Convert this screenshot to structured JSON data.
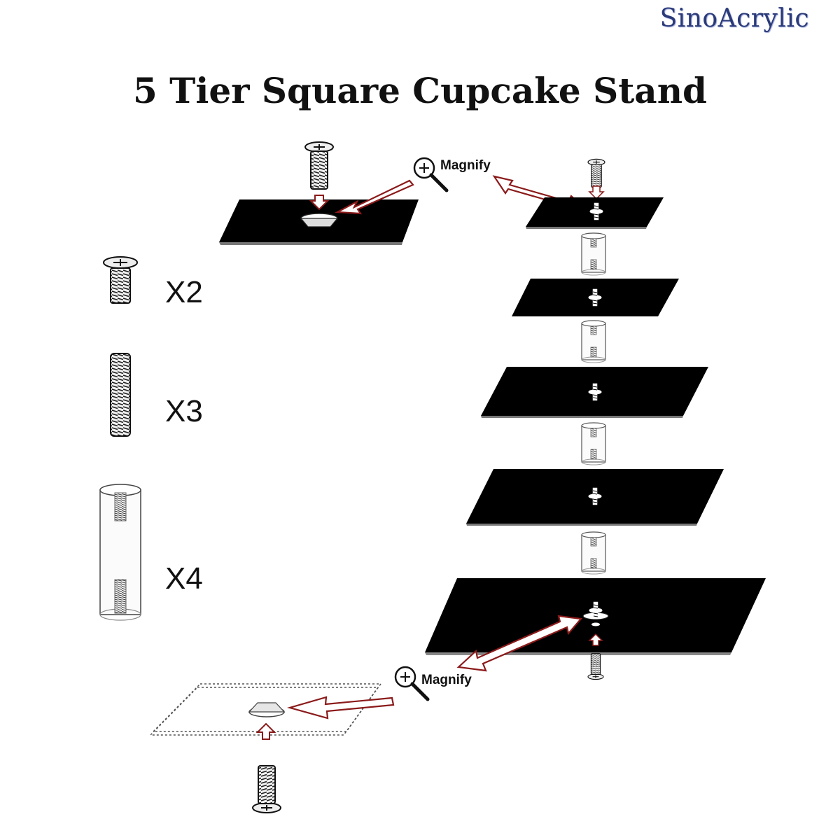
{
  "header": {
    "brand": "SinoAcrylic",
    "title": "5 Tier Square Cupcake Stand"
  },
  "parts": [
    {
      "name": "screw",
      "quantity": "X2"
    },
    {
      "name": "threaded rod",
      "quantity": "X3"
    },
    {
      "name": "acrylic tube",
      "quantity": "X4"
    }
  ],
  "callouts": [
    {
      "label": "Magnify",
      "icon": "magnifier-icon"
    },
    {
      "label": "Magnify",
      "icon": "magnifier-icon"
    }
  ],
  "tiers": 5,
  "colors": {
    "brand": "#2b3a78",
    "tier_fill": "#000000",
    "arrow_stroke": "#8b1a1a",
    "text": "#111111"
  }
}
